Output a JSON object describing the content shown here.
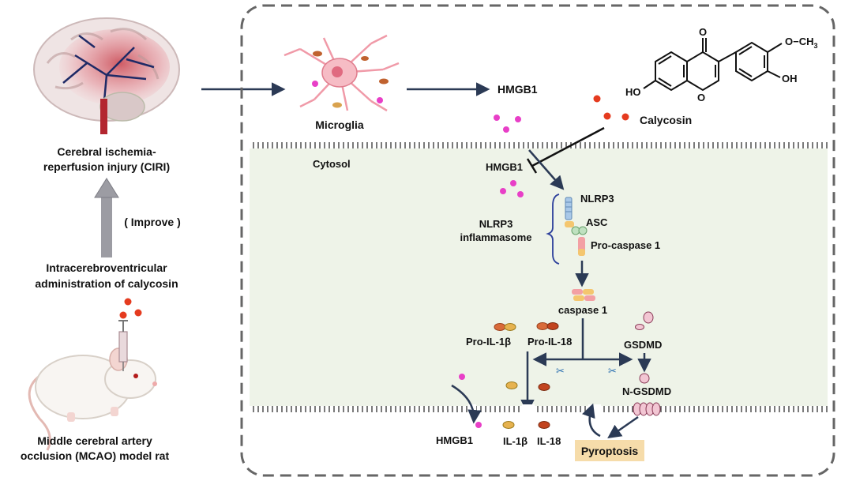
{
  "left_panel": {
    "condition_line1": "Cerebral ischemia-",
    "condition_line2": "reperfusion injury (CIRI)",
    "improve_label": "( Improve )",
    "treatment_line1": "Intracerebroventricular",
    "treatment_line2": "administration of calycosin",
    "model_line1": "Middle cerebral artery",
    "model_line2": "occlusion (MCAO) model rat"
  },
  "right_panel": {
    "microglia_label": "Microglia",
    "hmgb1_outside": "HMGB1",
    "calycosin_label": "Calycosin",
    "cytosol_label": "Cytosol",
    "hmgb1_inside": "HMGB1",
    "nlrp3_label": "NLRP3",
    "asc_label": "ASC",
    "procaspase_label": "Pro-caspase 1",
    "inflammasome_line1": "NLRP3",
    "inflammasome_line2": "inflammasome",
    "caspase_label": "caspase 1",
    "pro_il1b_label": "Pro-IL-1β",
    "pro_il18_label": "Pro-IL-18",
    "gsdmd_label": "GSDMD",
    "n_gsdmd_label": "N-GSDMD",
    "hmgb1_released": "HMGB1",
    "il1b_label": "IL-1β",
    "il18_label": "IL-18",
    "pyroptosis_label": "Pyroptosis"
  },
  "molecule": {
    "methoxy": "O−CH",
    "methoxy_sub": "3",
    "ketone_o": "O",
    "ho_left": "HO",
    "oh_right": "OH",
    "ring_o": "O"
  },
  "colors": {
    "cytosol_fill": "#eef3e8",
    "arrow": "#2b3a55",
    "hmgb1_dot": "#e83fc7",
    "calycosin_dot": "#e53b1f",
    "pyroptosis_box": "#f6dcaa",
    "frame_dash": "#666666",
    "brain_red": "#c9434e",
    "gray_arrow": "#9c9ca3"
  }
}
